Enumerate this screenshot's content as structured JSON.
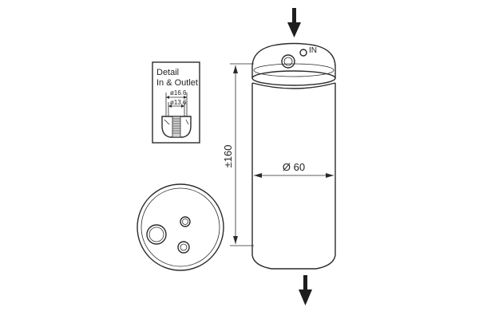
{
  "detail_box": {
    "title_line1": "Detail",
    "title_line2": "In & Outlet",
    "dim_outer": "ø16.6",
    "dim_inner": "ø13.6"
  },
  "cylinder": {
    "inlet_label": "IN",
    "diameter_label": "Ø 60",
    "height_label": "±160"
  },
  "colors": {
    "stroke": "#2a2a2a",
    "background": "#ffffff",
    "arrow": "#1e1e1e"
  },
  "icons": [
    "arrow-down-icon"
  ]
}
